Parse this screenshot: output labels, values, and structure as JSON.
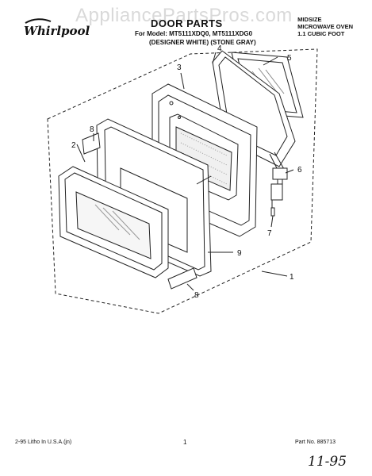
{
  "watermark": "AppliancePartsPros.com",
  "header": {
    "brand": "Whirlpool",
    "title": "DOOR PARTS",
    "model_line": "For Model: MT5111XDQ0, MT5111XDG0",
    "color_line": "(DESIGNER WHITE) (STONE GRAY)",
    "spec_lines": [
      "MIDSIZE",
      "MICROWAVE OVEN",
      "1.1 CUBIC FOOT"
    ]
  },
  "diagram": {
    "callouts": [
      "1",
      "2",
      "3",
      "4",
      "5",
      "6",
      "7",
      "8",
      "8",
      "9"
    ]
  },
  "footer": {
    "print_info": "2-95 Litho In U.S.A.(jn)",
    "page_number": "1",
    "part_number": "Part No. 885713"
  },
  "handwritten_date": "11-95"
}
